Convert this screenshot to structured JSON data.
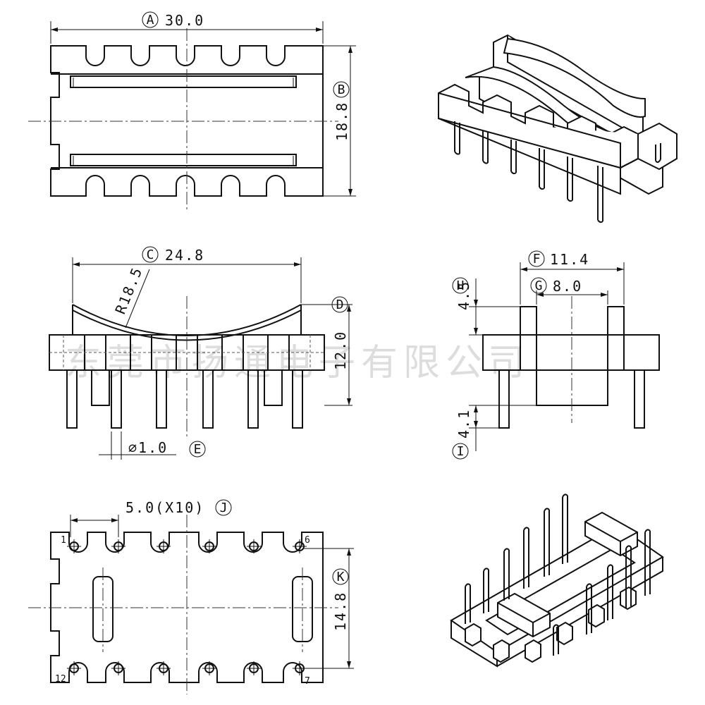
{
  "dims": {
    "A": {
      "letter": "A",
      "value": "30.0"
    },
    "B": {
      "letter": "B",
      "value": "18.8"
    },
    "C": {
      "letter": "C",
      "value": "24.8"
    },
    "radius": "R18.5",
    "D": {
      "letter": "D",
      "value": "12.0"
    },
    "E": {
      "letter": "E",
      "value": "⌀1.0"
    },
    "F": {
      "letter": "F",
      "value": "11.4"
    },
    "G": {
      "letter": "G",
      "value": "8.0"
    },
    "H": {
      "letter": "H",
      "value": "4.5"
    },
    "I": {
      "letter": "I",
      "value": "4.1"
    },
    "J": {
      "letter": "J",
      "value": "5.0(X10)"
    },
    "K": {
      "letter": "K",
      "value": "14.8"
    }
  },
  "pins": {
    "p1": "1",
    "p6": "6",
    "p7": "7",
    "p12": "12"
  },
  "watermark": "东莞市扬通电子有限公司"
}
